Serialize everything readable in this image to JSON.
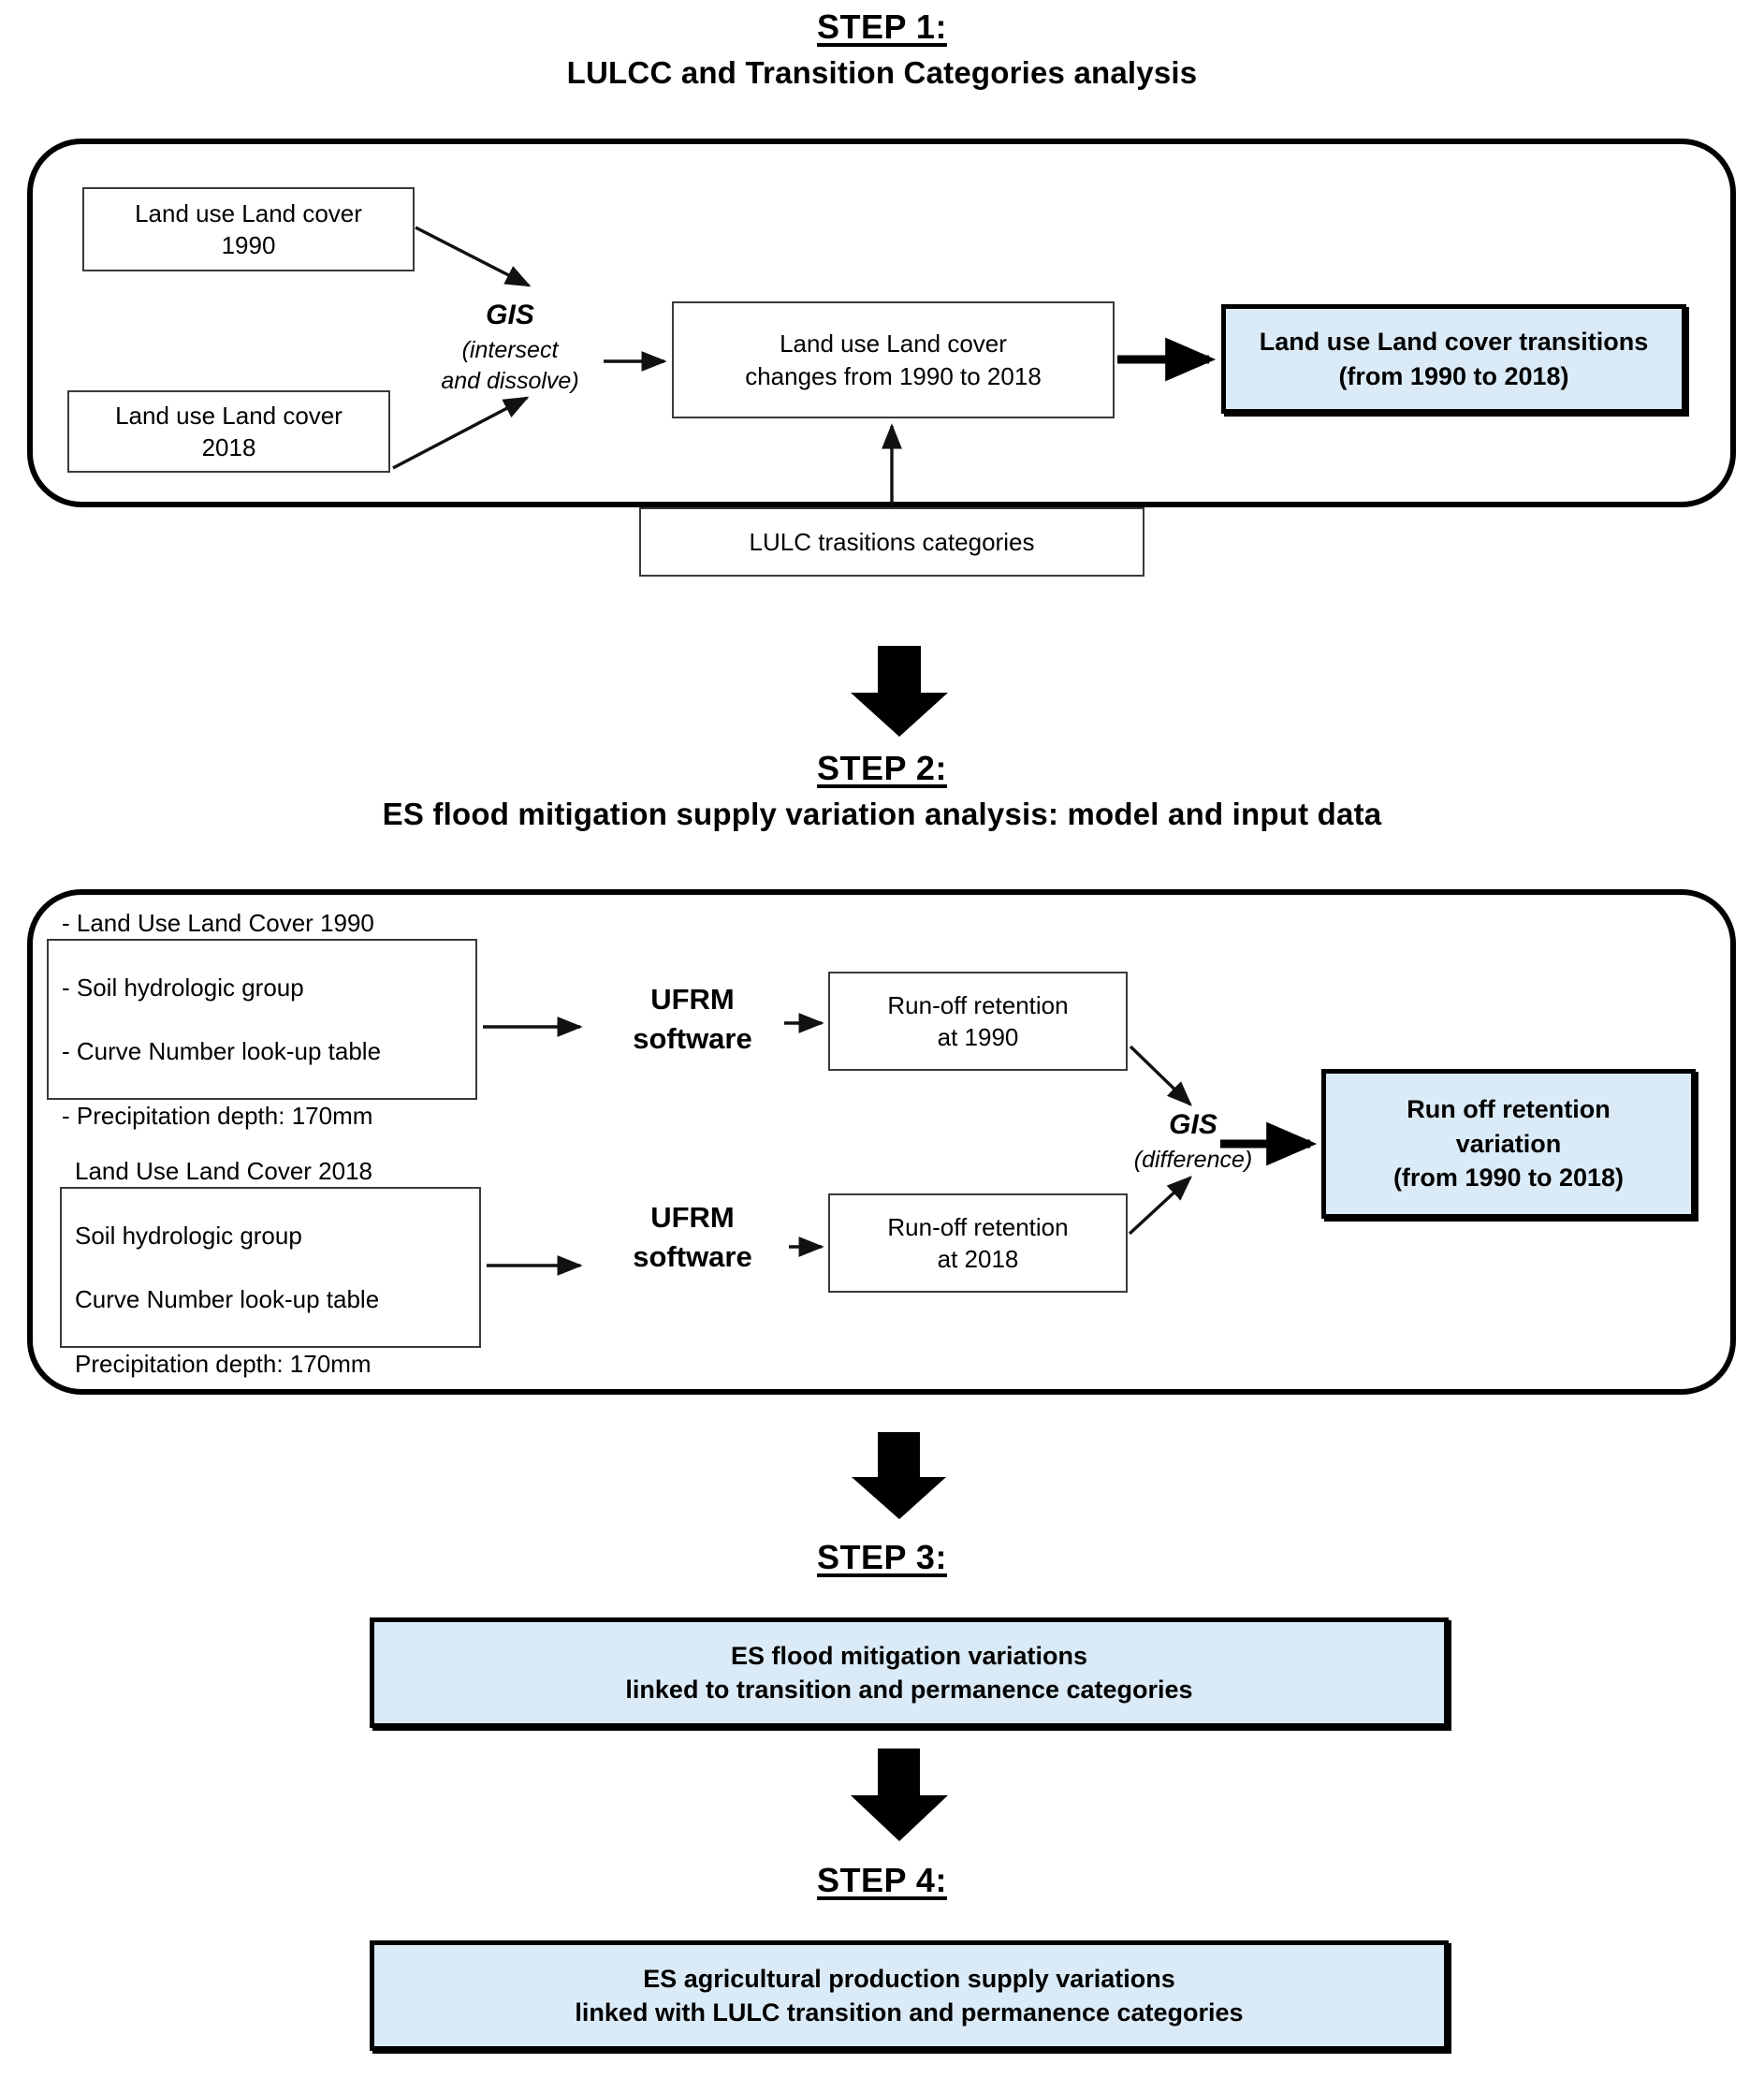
{
  "steps": [
    {
      "label": "STEP 1:",
      "subtitle": "LULCC and Transition Categories analysis"
    },
    {
      "label": "STEP 2:",
      "subtitle": "ES flood mitigation supply variation analysis: model and input data"
    },
    {
      "label": "STEP 3:",
      "subtitle": ""
    },
    {
      "label": "STEP 4:",
      "subtitle": ""
    }
  ],
  "step1": {
    "lulc_1990": "Land use Land cover\n1990",
    "lulc_2018": "Land use Land cover\n2018",
    "gis_title": "GIS",
    "gis_sub": "(intersect\nand dissolve)",
    "changes_box": "Land use Land cover\nchanges from 1990 to 2018",
    "categories_box": "LULC trasitions categories",
    "result_box": "Land use Land cover transitions\n(from 1990 to 2018)"
  },
  "step2": {
    "inputs_1990": [
      "- Land Use Land Cover 1990",
      "- Soil hydrologic group",
      "- Curve Number  look-up table",
      "- Precipitation depth: 170mm"
    ],
    "inputs_2018": [
      "Land Use Land Cover 2018",
      "Soil hydrologic group",
      "Curve Number  look-up table",
      "Precipitation depth: 170mm"
    ],
    "software_top": "UFRM\nsoftware",
    "software_bottom": "UFRM\nsoftware",
    "retention_1990": "Run-off retention\nat 1990",
    "retention_2018": "Run-off retention\nat 2018",
    "gis_title": "GIS",
    "gis_sub": "(difference)",
    "result_box": "Run off retention\nvariation\n(from 1990 to 2018)"
  },
  "step3": {
    "result_box": "ES flood mitigation variations\nlinked to transition and permanence categories"
  },
  "step4": {
    "result_box": "ES agricultural production supply variations\nlinked with LULC transition and permanence categories"
  },
  "colors": {
    "highlight_fill": "#daeaf6",
    "stroke": "#000000",
    "node_stroke": "#3a3a3a"
  }
}
